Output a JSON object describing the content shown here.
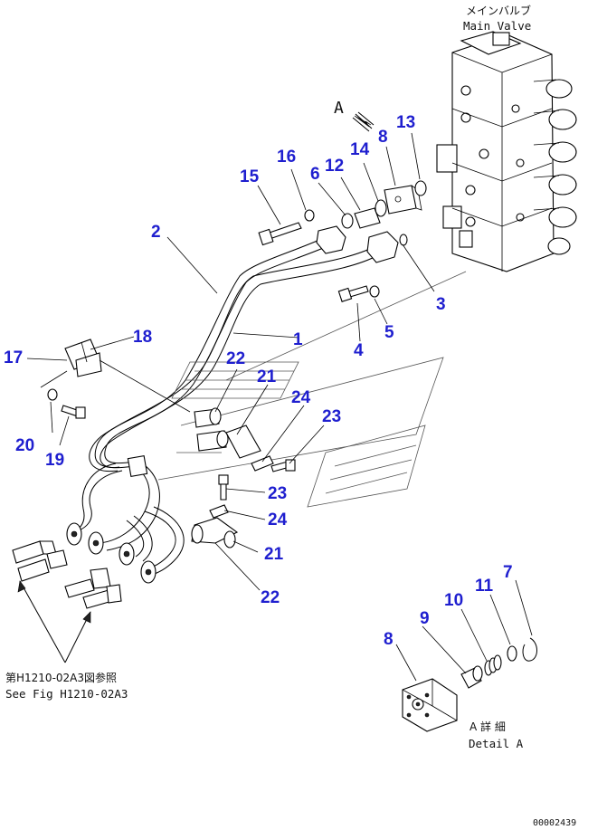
{
  "header": {
    "valve_jp": "メインバルブ",
    "valve_en": "Main Valve"
  },
  "view_marker": "A",
  "detail": {
    "jp": "A 詳 細",
    "en": "Detail A"
  },
  "reference": {
    "jp": "第H1210-02A3図参照",
    "en": "See Fig H1210-02A3"
  },
  "footer_code": "00002439",
  "callouts": {
    "c1": "1",
    "c2": "2",
    "c3": "3",
    "c4": "4",
    "c5": "5",
    "c6": "6",
    "c7": "7",
    "c8_top": "8",
    "c8_detail": "8",
    "c9": "9",
    "c10": "10",
    "c11": "11",
    "c12": "12",
    "c13": "13",
    "c14": "14",
    "c15": "15",
    "c16": "16",
    "c17": "17",
    "c18": "18",
    "c19": "19",
    "c20": "20",
    "c21_top": "21",
    "c21_bottom": "21",
    "c22_top": "22",
    "c22_bottom": "22",
    "c23_top": "23",
    "c23_bottom": "23",
    "c24_top": "24",
    "c24_bottom": "24"
  }
}
